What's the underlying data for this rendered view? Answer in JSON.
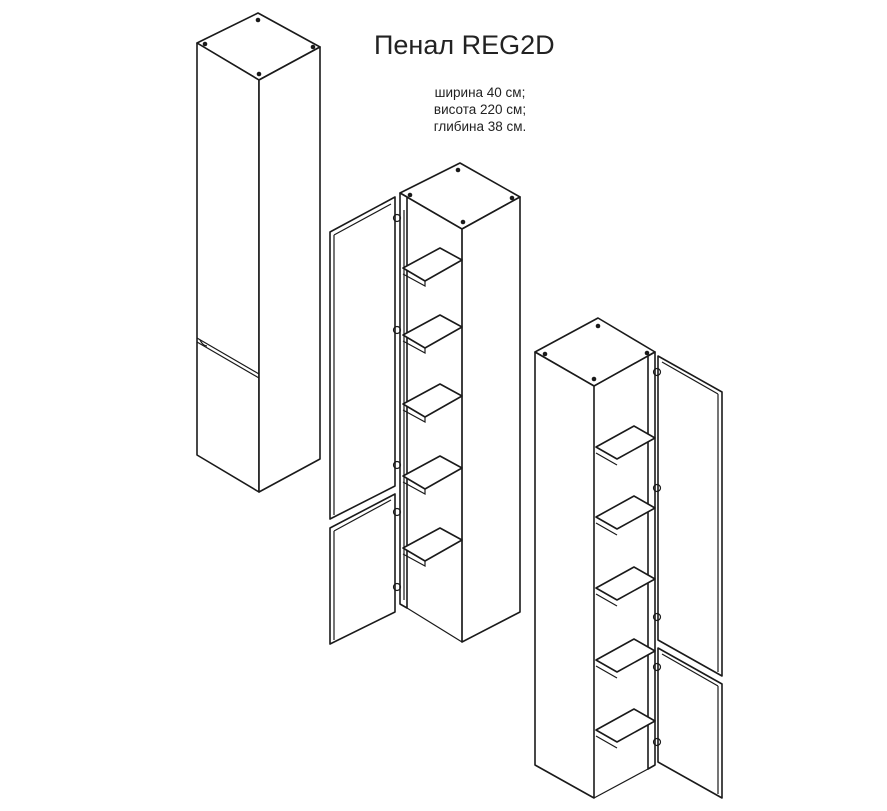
{
  "title": "Пенал REG2D",
  "specs": [
    "ширина 40 см;",
    "висота 220 см;",
    "глибина 38 см."
  ],
  "views": [
    "closed",
    "open-left",
    "open-right"
  ]
}
